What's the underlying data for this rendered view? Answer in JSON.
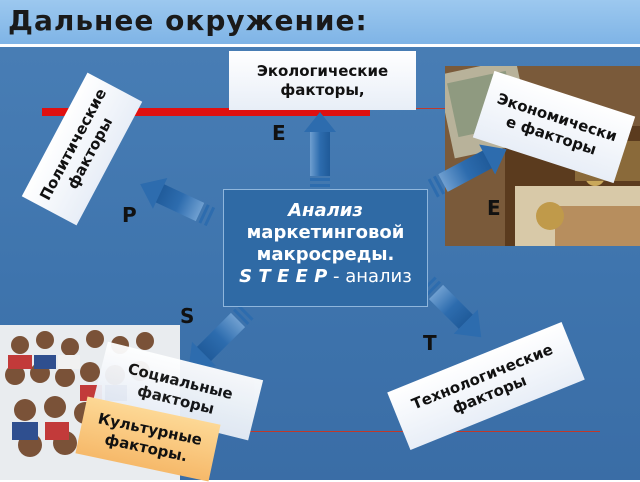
{
  "slide": {
    "title": "Дальнее окружение:"
  },
  "center": {
    "line1": "Анализ",
    "line2": "маркетинговой",
    "line3": "макросреды.",
    "steep": "S T E E P",
    "steep_suffix": " - анализ"
  },
  "factors": {
    "ecological": "Экологические факторы,",
    "economic": "Экономически е факторы",
    "political": "Политические факторы",
    "social": "Социальные факторы",
    "cultural": "Культурные факторы.",
    "technological": "Технологические факторы"
  },
  "letters": {
    "ecological": "E",
    "economic": "E",
    "political": "P",
    "social": "S",
    "technological": "T"
  },
  "colors": {
    "background": "#3e74ad",
    "title_band": "#8bbde9",
    "center_box": "#2f6aa5",
    "red_bar": "#e01010",
    "card_white": "#ffffff",
    "card_yellow": "#f6b96a"
  }
}
